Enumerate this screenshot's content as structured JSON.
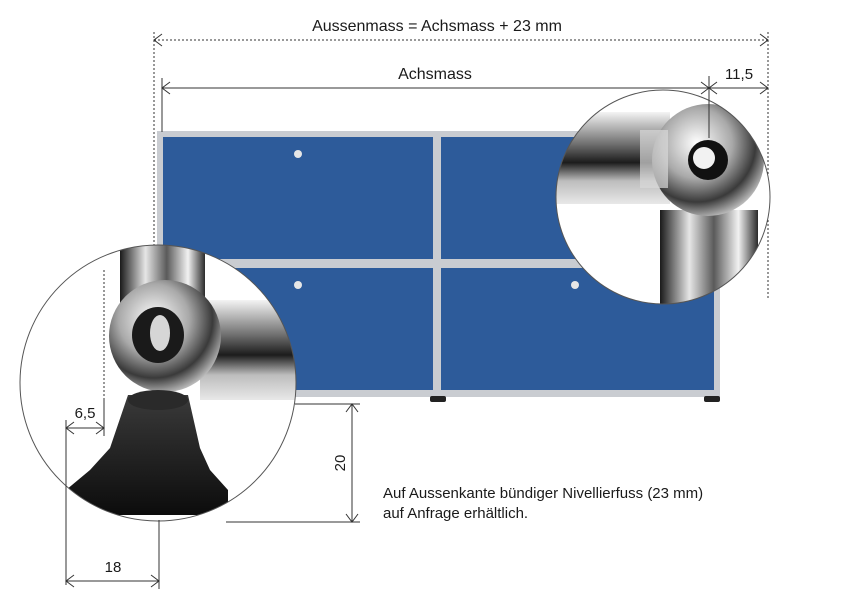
{
  "dimensions": {
    "outer_label": "Aussenmass = Achsmass + 23 mm",
    "axis_label": "Achsmass",
    "detail_offset": "11,5",
    "foot_offset": "6,5",
    "foot_height": "20",
    "foot_width": "18"
  },
  "note": {
    "line1": "Auf Aussenkante bündiger Nivellierfuss (23 mm)",
    "line2": "auf Anfrage erhältlich."
  },
  "colors": {
    "panel_blue": "#2d5b9a",
    "frame_chrome": "#cfd3d8",
    "foot_black": "#1c1c1c",
    "line": "#333333"
  }
}
